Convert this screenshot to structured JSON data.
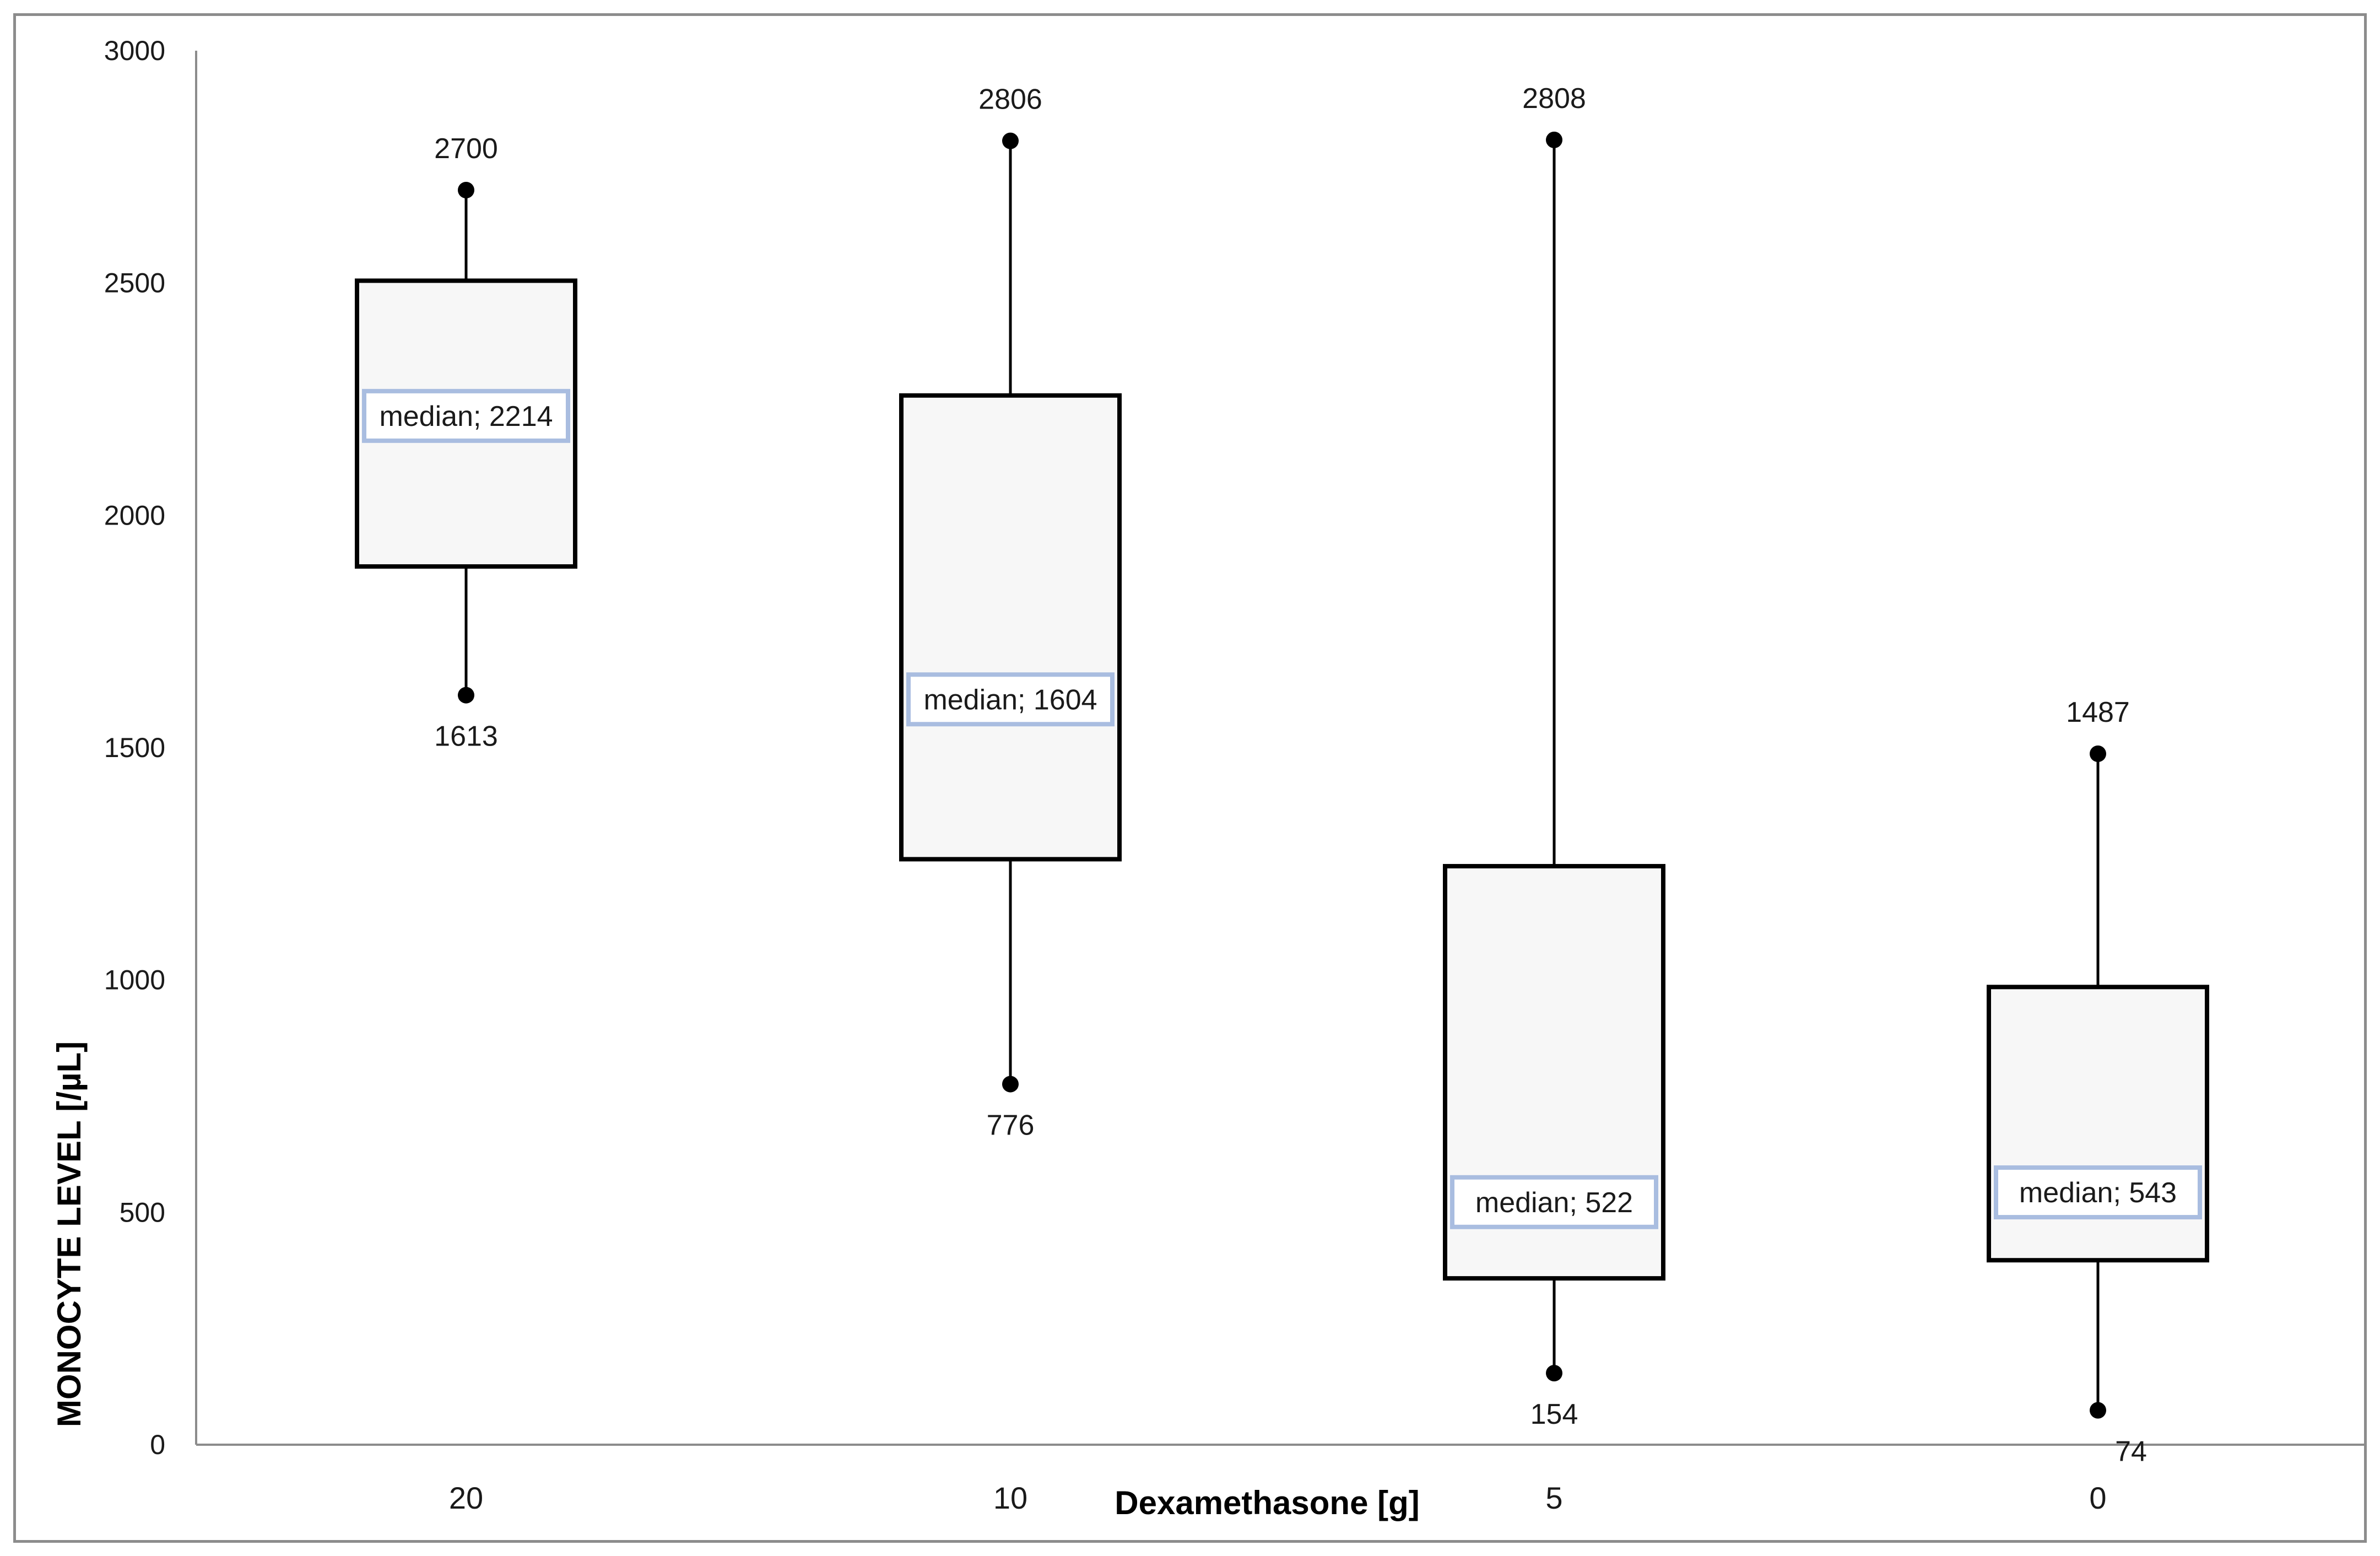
{
  "chart_data": {
    "type": "box",
    "xlabel": "Dexamethasone [g]",
    "ylabel": "MONOCYTE LEVEL [/µL]",
    "ylim": [
      0,
      3000
    ],
    "yticks": [
      0,
      500,
      1000,
      1500,
      2000,
      2500,
      3000
    ],
    "grid": false,
    "legend": "none",
    "categories": [
      "20",
      "10",
      "5",
      "0"
    ],
    "boxes": [
      {
        "category": "20",
        "min": 1613,
        "q1": 1890,
        "median": 2214,
        "q3": 2505,
        "max": 2700,
        "median_label": "median; 2214",
        "min_label": "1613",
        "max_label": "2700"
      },
      {
        "category": "10",
        "min": 776,
        "q1": 1260,
        "median": 1604,
        "q3": 2258,
        "max": 2806,
        "median_label": "median; 1604",
        "min_label": "776",
        "max_label": "2806"
      },
      {
        "category": "5",
        "min": 154,
        "q1": 358,
        "median": 522,
        "q3": 1245,
        "max": 2808,
        "median_label": "median; 522",
        "min_label": "154",
        "max_label": "2808"
      },
      {
        "category": "0",
        "min": 74,
        "q1": 397,
        "median": 543,
        "q3": 985,
        "max": 1487,
        "median_label": "median; 543",
        "min_label": "74",
        "max_label": "1487"
      }
    ],
    "colors": {
      "box_fill": "#f7f7f7",
      "box_stroke": "#000000",
      "median_border": "#a9bde0",
      "axis": "#8c8c8c"
    }
  }
}
